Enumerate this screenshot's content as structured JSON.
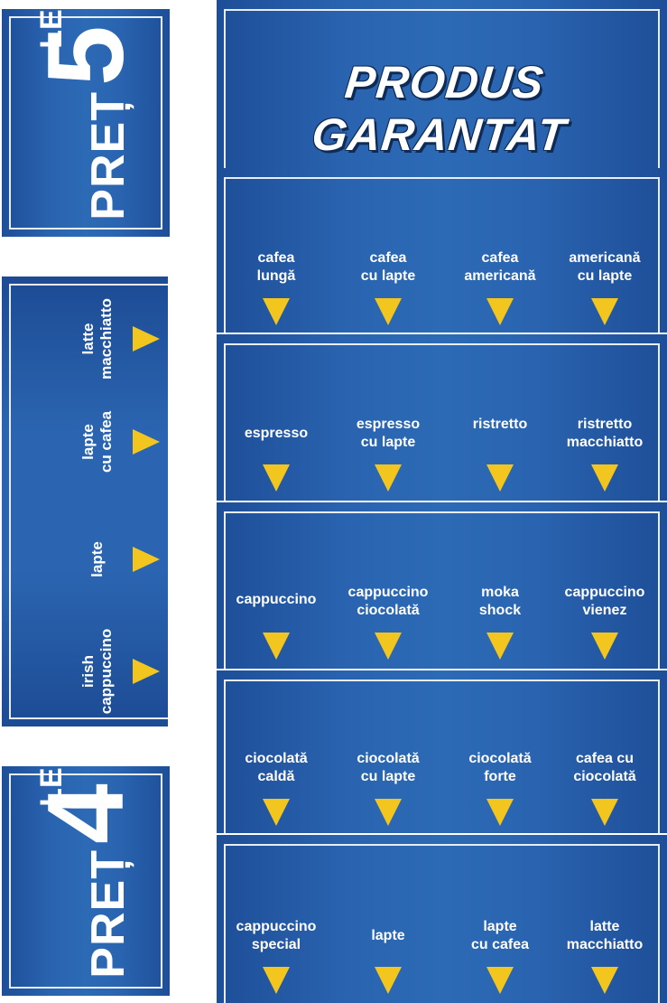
{
  "price_top": {
    "pret": "PREȚ",
    "number": "5",
    "currency": "LEI"
  },
  "price_bottom": {
    "pret": "PREȚ",
    "number": "4",
    "currency": "LEI"
  },
  "side_items": [
    {
      "line1": "latte",
      "line2": "macchiatto"
    },
    {
      "line1": "lapte",
      "line2": "cu cafea"
    },
    {
      "line1": "lapte",
      "line2": ""
    },
    {
      "line1": "irish",
      "line2": "cappuccino"
    }
  ],
  "header": {
    "title": "PRODUS GARANTAT"
  },
  "rows": [
    [
      {
        "line1": "cafea",
        "line2": "lungă"
      },
      {
        "line1": "cafea",
        "line2": "cu lapte"
      },
      {
        "line1": "cafea",
        "line2": "americană"
      },
      {
        "line1": "americană",
        "line2": "cu lapte"
      }
    ],
    [
      {
        "line1": "espresso",
        "line2": ""
      },
      {
        "line1": "espresso",
        "line2": "cu lapte"
      },
      {
        "line1": "ristretto",
        "line2": ""
      },
      {
        "line1": "ristretto",
        "line2": "macchiatto"
      }
    ],
    [
      {
        "line1": "cappuccino",
        "line2": ""
      },
      {
        "line1": "cappuccino",
        "line2": "ciocolată"
      },
      {
        "line1": "moka",
        "line2": "shock"
      },
      {
        "line1": "cappuccino",
        "line2": "vienez"
      }
    ],
    [
      {
        "line1": "ciocolată",
        "line2": "caldă"
      },
      {
        "line1": "ciocolată",
        "line2": "cu lapte"
      },
      {
        "line1": "ciocolată",
        "line2": "forte"
      },
      {
        "line1": "cafea cu",
        "line2": "ciocolată"
      }
    ],
    [
      {
        "line1": "cappuccino",
        "line2": "special"
      },
      {
        "line1": "lapte",
        "line2": ""
      },
      {
        "line1": "lapte",
        "line2": "cu cafea"
      },
      {
        "line1": "latte",
        "line2": "macchiatto"
      }
    ]
  ],
  "colors": {
    "panel_blue": "#2a64b0",
    "triangle_yellow": "#f2c61f",
    "border": "#e9eef6"
  }
}
